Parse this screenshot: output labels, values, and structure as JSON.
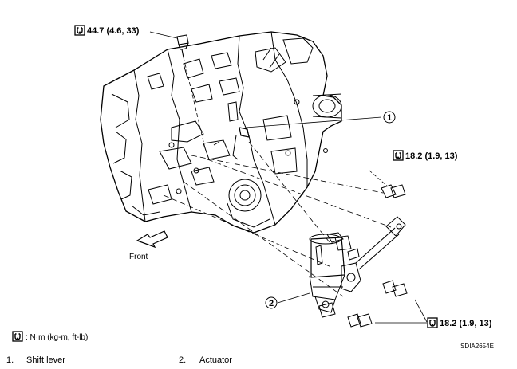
{
  "torque_specs": {
    "top": "44.7  (4.6,  33)",
    "right_upper": "18.2  (1.9,  13)",
    "right_lower": "18.2  (1.9,  13)"
  },
  "callouts": [
    "1",
    "2"
  ],
  "front_label": "Front",
  "units_legend": ": N·m  (kg-m,  ft-lb)",
  "figure_code": "SDIA2654E",
  "parts": [
    {
      "num": "1.",
      "name": "Shift lever"
    },
    {
      "num": "2.",
      "name": "Actuator"
    }
  ],
  "icons": [
    "torque-wrench-icon",
    "front-arrow-icon"
  ]
}
